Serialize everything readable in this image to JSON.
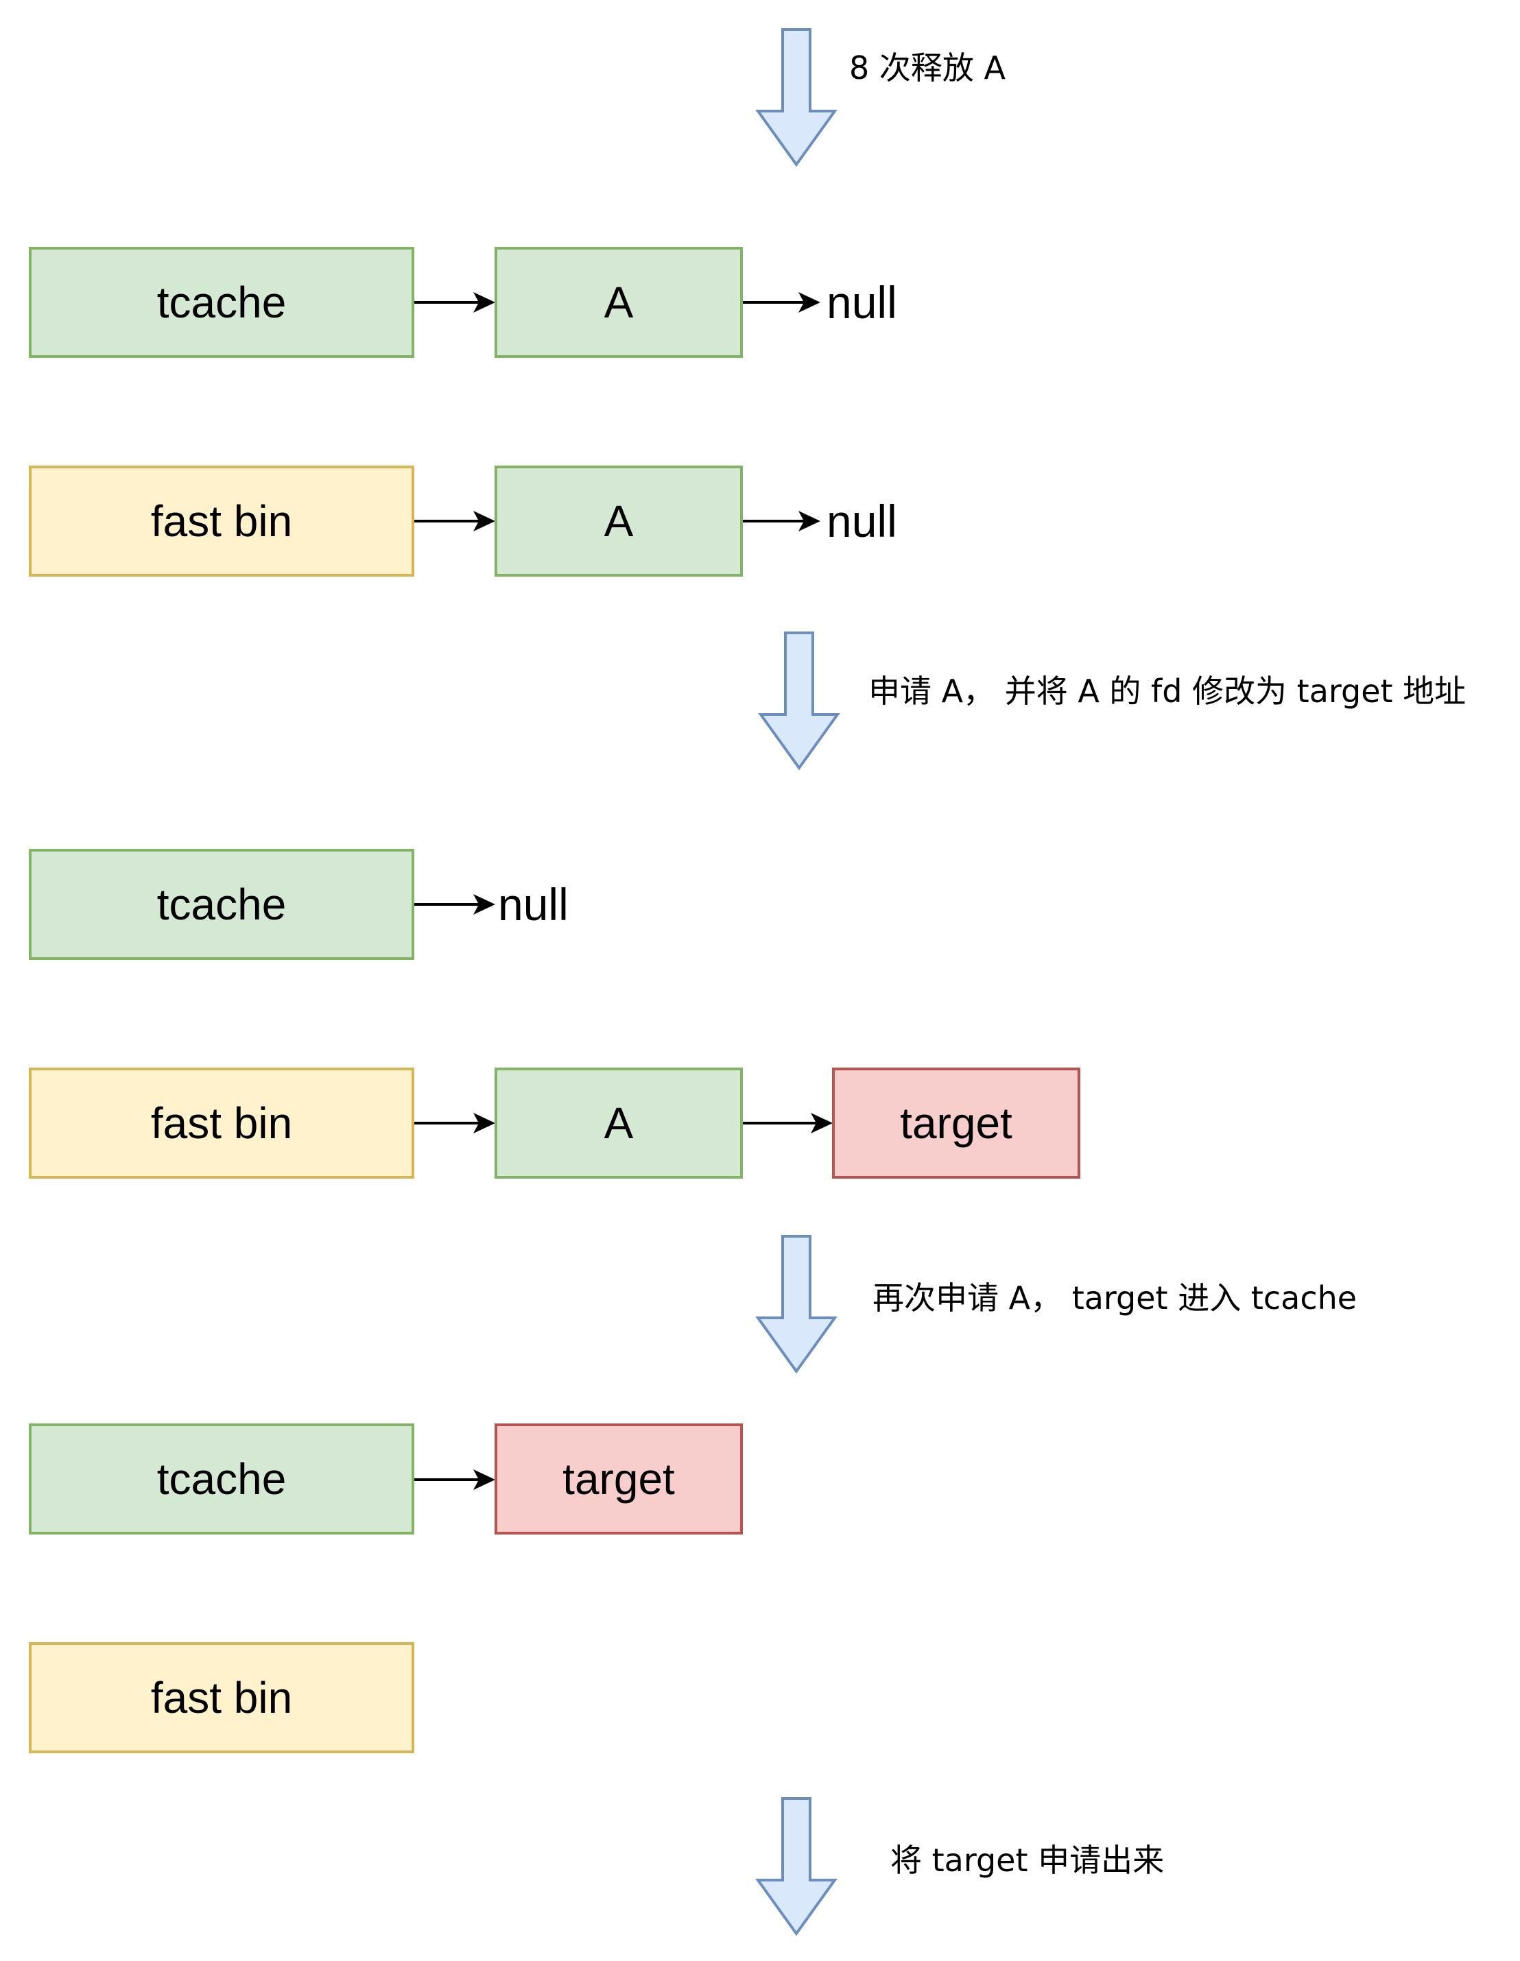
{
  "steps": [
    {
      "label": "8 次释放 A",
      "rows": [
        {
          "head": "tcache",
          "nodes": [
            "A"
          ],
          "tail": "null"
        },
        {
          "head": "fast bin",
          "nodes": [
            "A"
          ],
          "tail": "null"
        }
      ]
    },
    {
      "label": "申请 A， 并将 A 的 fd 修改为 target 地址",
      "rows": [
        {
          "head": "tcache",
          "nodes": [],
          "tail": "null"
        },
        {
          "head": "fast bin",
          "nodes": [
            "A",
            "target"
          ],
          "tail": ""
        }
      ]
    },
    {
      "label": "再次申请 A， target 进入 tcache",
      "rows": [
        {
          "head": "tcache",
          "nodes": [
            "target"
          ],
          "tail": ""
        },
        {
          "head": "fast bin",
          "nodes": [],
          "tail": ""
        }
      ]
    },
    {
      "label": "将 target 申请出来",
      "rows": []
    }
  ],
  "colors": {
    "tcache_fill": "#d5e8d4",
    "tcache_stroke": "#82b366",
    "fastbin_fill": "#fff2cc",
    "fastbin_stroke": "#d6b656",
    "target_fill": "#f8cecc",
    "target_stroke": "#b85450",
    "step_arrow_fill": "#dae8fc",
    "step_arrow_stroke": "#6c8ebf"
  }
}
